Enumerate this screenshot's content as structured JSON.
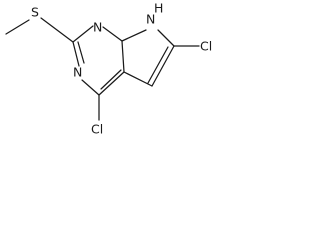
{
  "molecule": {
    "colors": {
      "ink": "#1a1a1a",
      "background": "#ffffff"
    },
    "atom_labels": {
      "sulfur": "S",
      "n_top": "N",
      "n_left": "N",
      "nh_n": "N",
      "nh_h": "H",
      "cl_right": "Cl",
      "cl_bottom": "Cl"
    }
  }
}
